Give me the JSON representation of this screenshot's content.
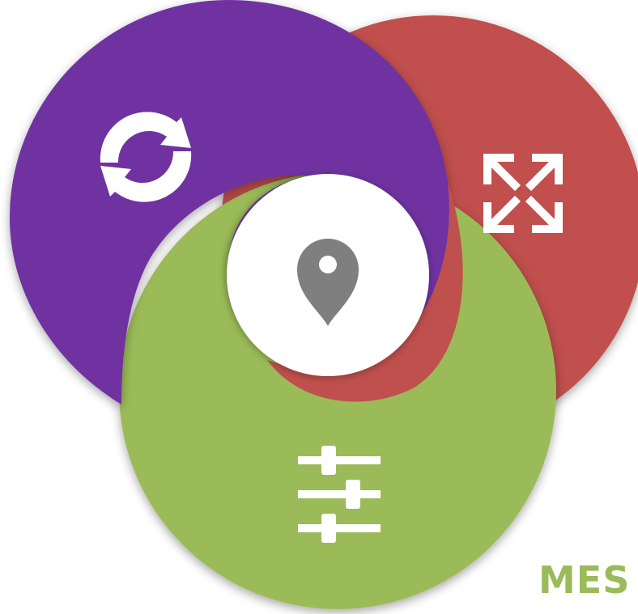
{
  "diagram": {
    "segments": [
      {
        "id": "purple",
        "color": "#7030A0",
        "icon": "refresh-icon"
      },
      {
        "id": "red",
        "color": "#C0504D",
        "icon": "expand-arrows-icon"
      },
      {
        "id": "green",
        "color": "#9BBB59",
        "icon": "sliders-icon"
      }
    ],
    "center": {
      "color": "#ffffff",
      "icon": "map-pin-icon",
      "icon_color": "#7F7F7F"
    }
  },
  "corner_text": "MES"
}
